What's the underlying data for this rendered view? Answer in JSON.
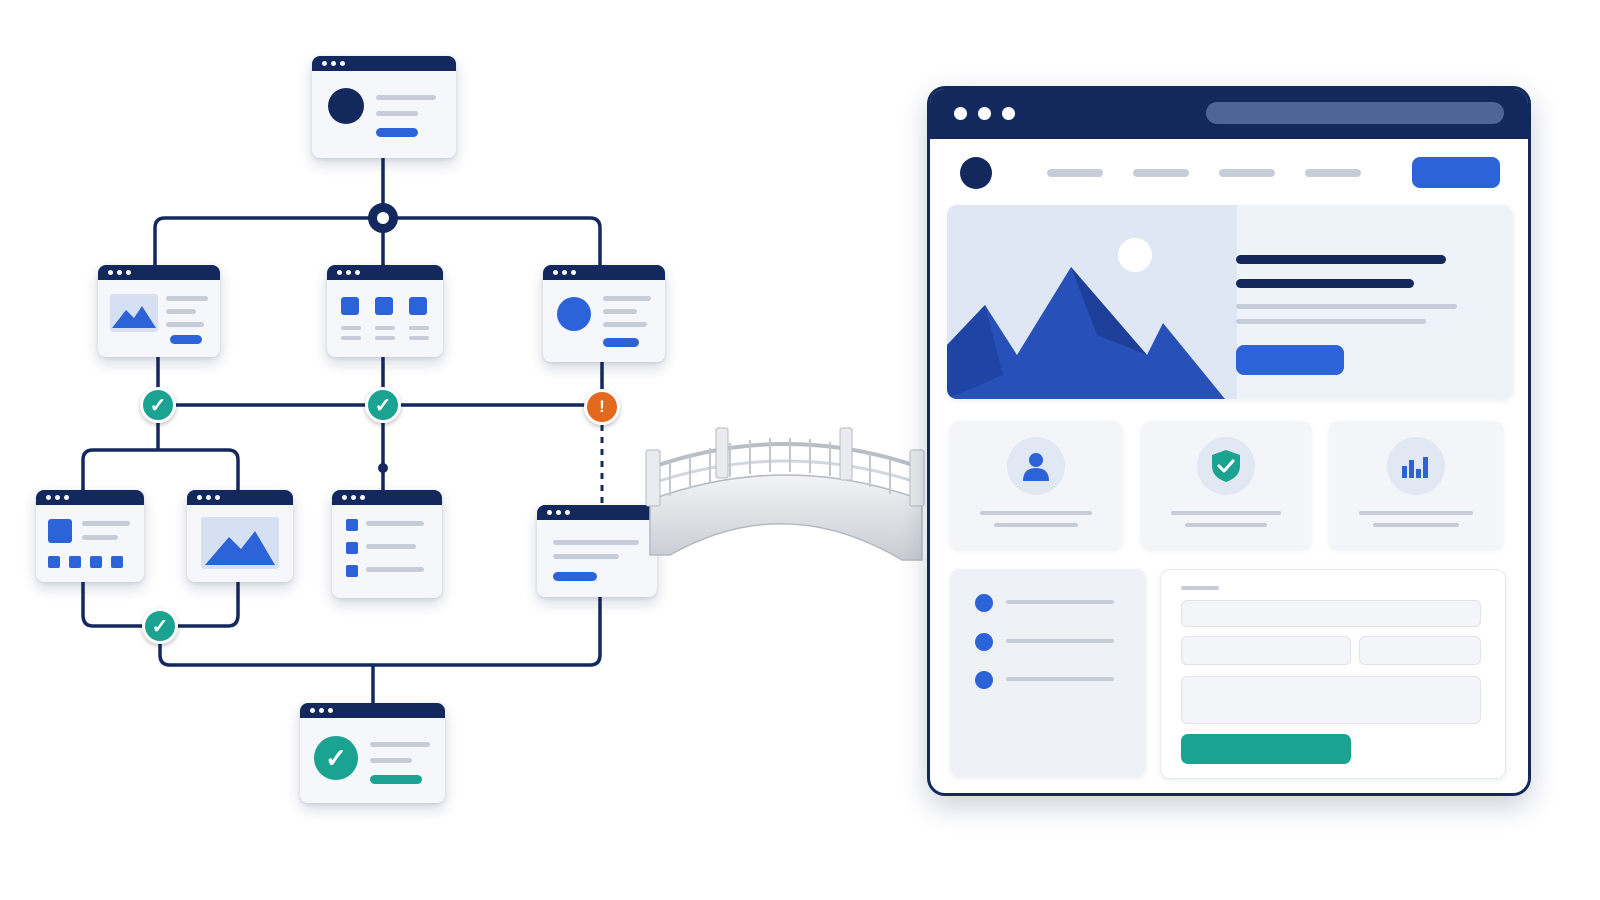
{
  "colors": {
    "navy": "#13295e",
    "blue": "#2c63d8",
    "teal": "#1aa391",
    "orange": "#e2691d",
    "gray_line": "#c7cdd8",
    "panel": "#f3f5f9"
  },
  "flow": {
    "root": {
      "icon": "avatar-icon"
    },
    "branches": [
      {
        "icon": "image-icon",
        "status": "success"
      },
      {
        "icon": "grid-icon",
        "status": "success"
      },
      {
        "icon": "avatar-icon",
        "status": "warning"
      }
    ],
    "sub_steps": [
      {
        "icon": "layout-icon"
      },
      {
        "icon": "image-icon"
      },
      {
        "icon": "list-icon"
      },
      {
        "icon": "form-icon"
      }
    ],
    "merge_status": "success",
    "final": {
      "icon": "check-icon",
      "status": "success"
    }
  },
  "bridge": {
    "icon": "bridge-icon"
  },
  "browser": {
    "window_dots": 3,
    "nav_items": 4,
    "hero": {
      "icon": "mountain-icon"
    },
    "features": [
      {
        "icon": "user-icon"
      },
      {
        "icon": "shield-check-icon"
      },
      {
        "icon": "bar-chart-icon"
      }
    ],
    "list_items": 3
  }
}
